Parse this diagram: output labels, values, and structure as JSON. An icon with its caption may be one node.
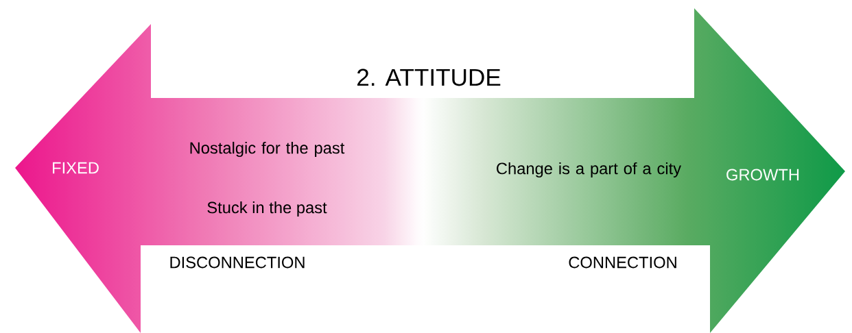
{
  "diagram": {
    "title": "2. ATTITUDE",
    "labels": [
      "FIXED",
      "Nostalgic for the past",
      "Stuck in the past",
      "Change is a part of a city",
      "GROWTH",
      "DISCONNECTION",
      "CONNECTION"
    ]
  }
}
